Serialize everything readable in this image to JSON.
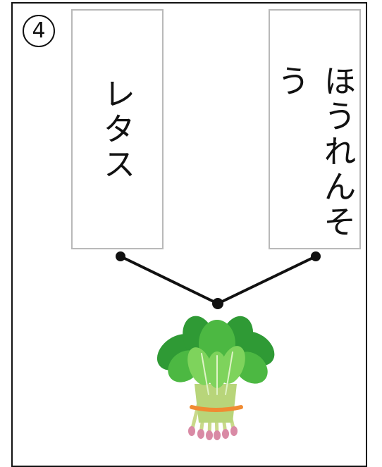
{
  "question": {
    "number": "4"
  },
  "cards": [
    {
      "label": "レタス"
    },
    {
      "label": "ほうれんそう"
    }
  ],
  "image": {
    "icon": "spinach-bunch-icon"
  },
  "colors": {
    "line": "#111111",
    "card_border": "#b9b9b9",
    "leaf_dark": "#2f9a35",
    "leaf_light": "#7ed35c",
    "band": "#f08b32"
  }
}
